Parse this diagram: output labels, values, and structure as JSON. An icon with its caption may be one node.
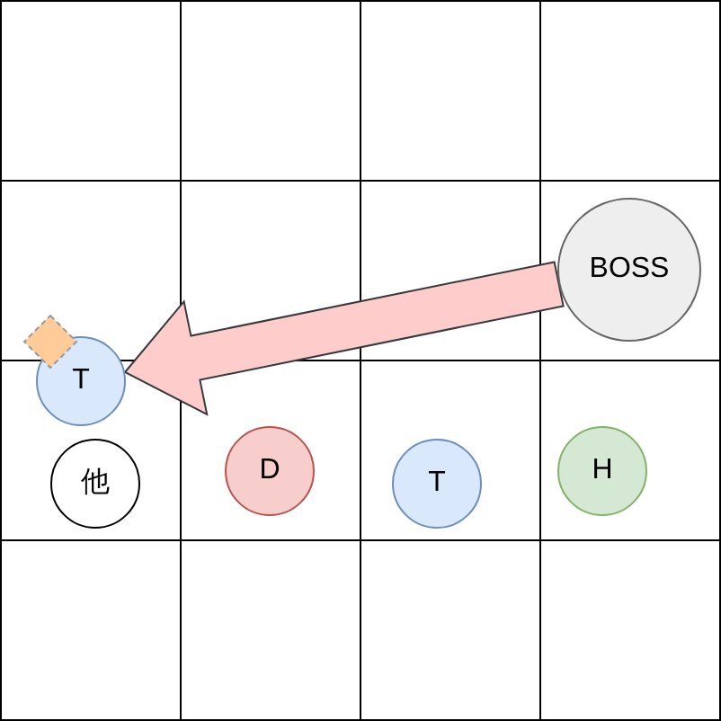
{
  "diagram": {
    "nodes": [
      {
        "text": [
          "BOSS"
        ]
      },
      {
        "text": [
          "T"
        ]
      },
      {
        "text": [
          "他"
        ]
      },
      {
        "text": [
          "D"
        ]
      },
      {
        "text": [
          "T"
        ]
      },
      {
        "text": [
          "H"
        ]
      }
    ],
    "edges": [
      {
        "from": 0,
        "to": 1,
        "arrow": "to",
        "style": "thick",
        "color": "#ffcccc"
      }
    ]
  }
}
